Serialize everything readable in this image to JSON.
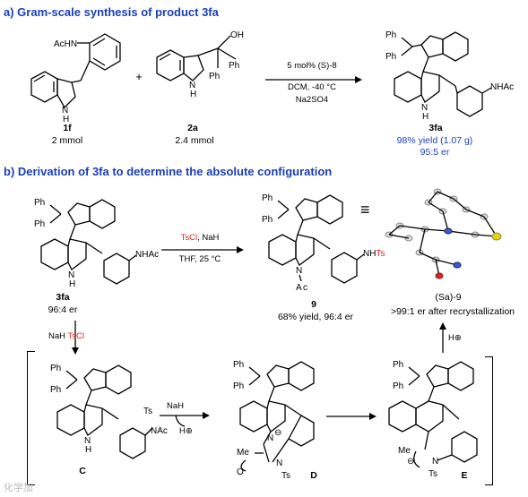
{
  "section_a": {
    "title": "a) Gram-scale synthesis of product 3fa",
    "reactant1": {
      "id": "1f",
      "amount": "2 mmol",
      "group": "AcHN",
      "nh": "N",
      "h": "H"
    },
    "plus": "+",
    "reactant2": {
      "id": "2a",
      "amount": "2.4 mmol",
      "oh": "OH",
      "ph1": "Ph",
      "ph2": "Ph",
      "nh": "N",
      "h": "H"
    },
    "conditions": {
      "catalyst": "5 mol% (S)-8",
      "solvent": "DCM, -40 °C",
      "additive": "Na2SO4"
    },
    "product": {
      "id": "3fa",
      "yield": "98% yield (1.07 g)",
      "er": "95:5 er",
      "ph1": "Ph",
      "ph2": "Ph",
      "nhac": "NHAc",
      "nh": "N",
      "h": "H"
    }
  },
  "section_b": {
    "title": "b) Derivation of 3fa to determine the absolute configuration",
    "start": {
      "id": "3fa",
      "er": "96:4 er"
    },
    "conditions1": {
      "reagents": "TsCl, NaH",
      "solvent": "THF, 25 °C"
    },
    "product9": {
      "id": "9",
      "yield": "68% yield, 96:4 er",
      "nhts": "NHTs",
      "ac": "Ac"
    },
    "equiv": "≡",
    "xray": {
      "label": "(Sa)-9",
      "note": ">99:1 er after recrystallization"
    },
    "down_reagents": "NaH TsCl",
    "intermediate_c": {
      "id": "C",
      "ts": "Ts",
      "nac": "NAc"
    },
    "naH_arrow": {
      "reagent": "NaH",
      "byproduct": "H⊕"
    },
    "intermediate_d": {
      "id": "D",
      "me": "Me",
      "o": "O",
      "n": "N",
      "ts": "Ts"
    },
    "intermediate_e": {
      "id": "E",
      "me": "Me",
      "ts": "Ts"
    },
    "up_arrow": {
      "reagent": "H⊕"
    }
  },
  "colors": {
    "blue": "#1a3fb8",
    "red": "#e02020"
  },
  "watermark": "化学加"
}
